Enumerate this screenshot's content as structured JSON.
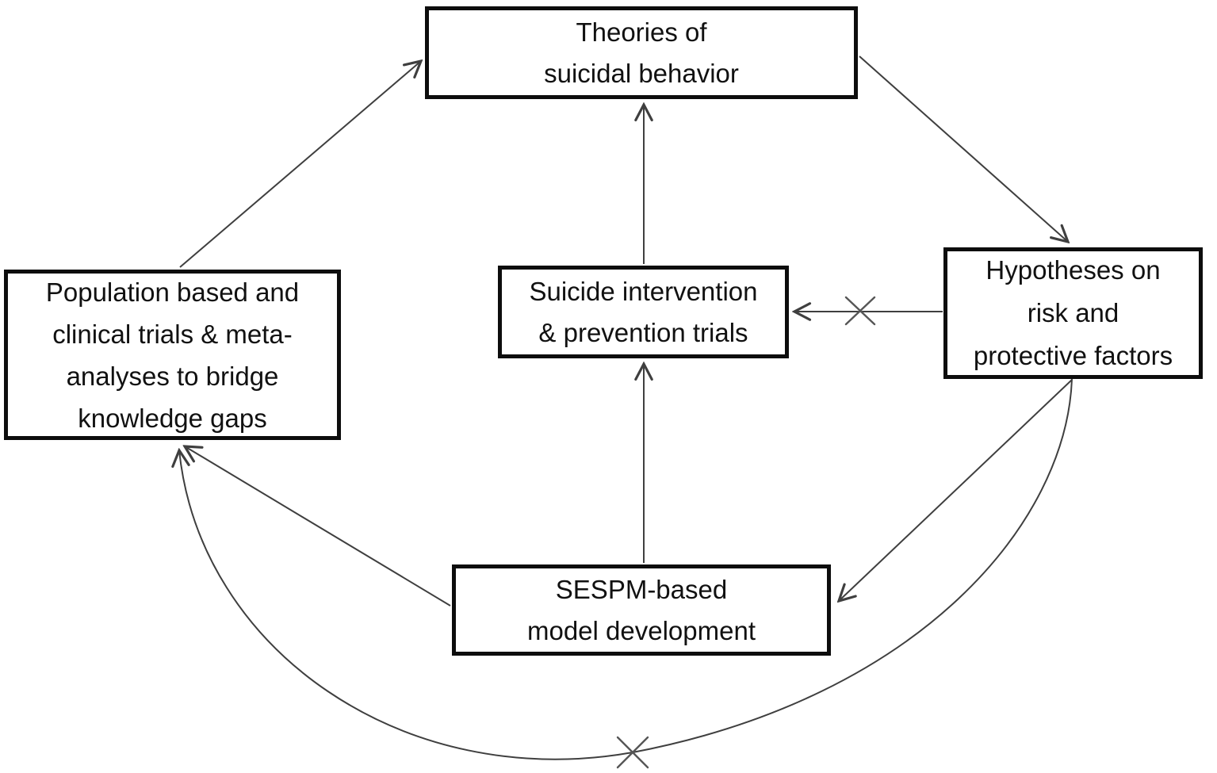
{
  "diagram": {
    "title": "SESPM suicide research cycle diagram",
    "boxes": {
      "theories": {
        "lines": [
          "Theories of",
          "suicidal behavior"
        ]
      },
      "population": {
        "lines": [
          "Population based and",
          "clinical trials & meta-",
          "analyses to bridge",
          "knowledge gaps"
        ]
      },
      "intervention": {
        "lines": [
          "Suicide intervention",
          "& prevention trials"
        ]
      },
      "hypotheses": {
        "lines": [
          "Hypotheses on",
          "risk and",
          "protective factors"
        ]
      },
      "sespm": {
        "lines": [
          "SESPM-based",
          "model development"
        ]
      }
    },
    "edges": [
      {
        "from": "population",
        "to": "theories",
        "type": "straight",
        "crossed": false
      },
      {
        "from": "theories",
        "to": "hypotheses",
        "type": "straight",
        "crossed": false
      },
      {
        "from": "hypotheses",
        "to": "intervention",
        "type": "straight",
        "crossed": true
      },
      {
        "from": "intervention",
        "to": "theories",
        "type": "straight",
        "crossed": false
      },
      {
        "from": "sespm",
        "to": "intervention",
        "type": "straight",
        "crossed": false
      },
      {
        "from": "sespm",
        "to": "population",
        "type": "straight",
        "crossed": false
      },
      {
        "from": "hypotheses",
        "to": "sespm",
        "type": "straight",
        "crossed": false
      },
      {
        "from": "hypotheses",
        "to": "population",
        "type": "curved",
        "crossed": true
      }
    ],
    "markers": {
      "arrowhead": "open-chevron-arrowhead-icon",
      "cross": "x-crossed-out-icon"
    },
    "colors": {
      "box_border": "#0d0d0d",
      "box_fill": "#ffffff",
      "text": "#111111",
      "arrow": "#3f3f3f",
      "cross_mark": "#565656",
      "background": "#ffffff"
    }
  }
}
